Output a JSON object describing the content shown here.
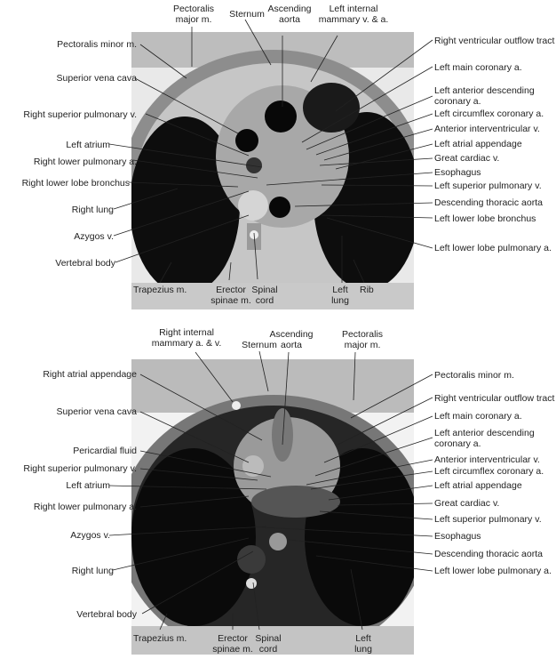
{
  "top": {
    "labels_left": [
      "Pectoralis minor m.",
      "Superior vena cava",
      "Right superior pulmonary v.",
      "Left atrium",
      "Right lower pulmonary a.",
      "Right lower lobe bronchus",
      "Right lung",
      "Azygos v.",
      "Vertebral body"
    ],
    "labels_right": [
      "Right ventricular outflow tract",
      "Left main coronary a.",
      "Left anterior descending coronary a.",
      "Left circumflex coronary a.",
      "Anterior interventricular v.",
      "Left atrial appendage",
      "Great cardiac v.",
      "Esophagus",
      "Left superior pulmonary v.",
      "Descending thoracic aorta",
      "Left lower lobe bronchus",
      "Left lower lobe pulmonary a."
    ],
    "labels_top": [
      "Pectoralis major m.",
      "Sternum",
      "Ascending aorta",
      "Left internal mammary v. & a."
    ],
    "labels_bottom": [
      "Trapezius m.",
      "Erector spinae m.",
      "Spinal cord",
      "Left lung",
      "Rib"
    ]
  },
  "bottom": {
    "labels_left": [
      "Right atrial appendage",
      "Superior vena cava",
      "Pericardial fluid",
      "Right superior pulmonary v.",
      "Left atrium",
      "Right lower pulmonary a.",
      "Azygos v.",
      "Right lung",
      "Vertebral body"
    ],
    "labels_right": [
      "Pectoralis minor m.",
      "Right ventricular outflow tract",
      "Left main coronary a.",
      "Left anterior descending coronary a.",
      "Anterior interventricular v.",
      "Left circumflex coronary a.",
      "Left atrial appendage",
      "Great cardiac v.",
      "Left superior pulmonary v.",
      "Esophagus",
      "Descending thoracic aorta",
      "Left lower lobe pulmonary a."
    ],
    "labels_top": [
      "Right internal mammary a. & v.",
      "Sternum",
      "Ascending aorta",
      "Pectoralis major m."
    ],
    "labels_bottom": [
      "Trapezius m.",
      "Erector spinae m.",
      "Spinal cord",
      "Left lung"
    ]
  }
}
